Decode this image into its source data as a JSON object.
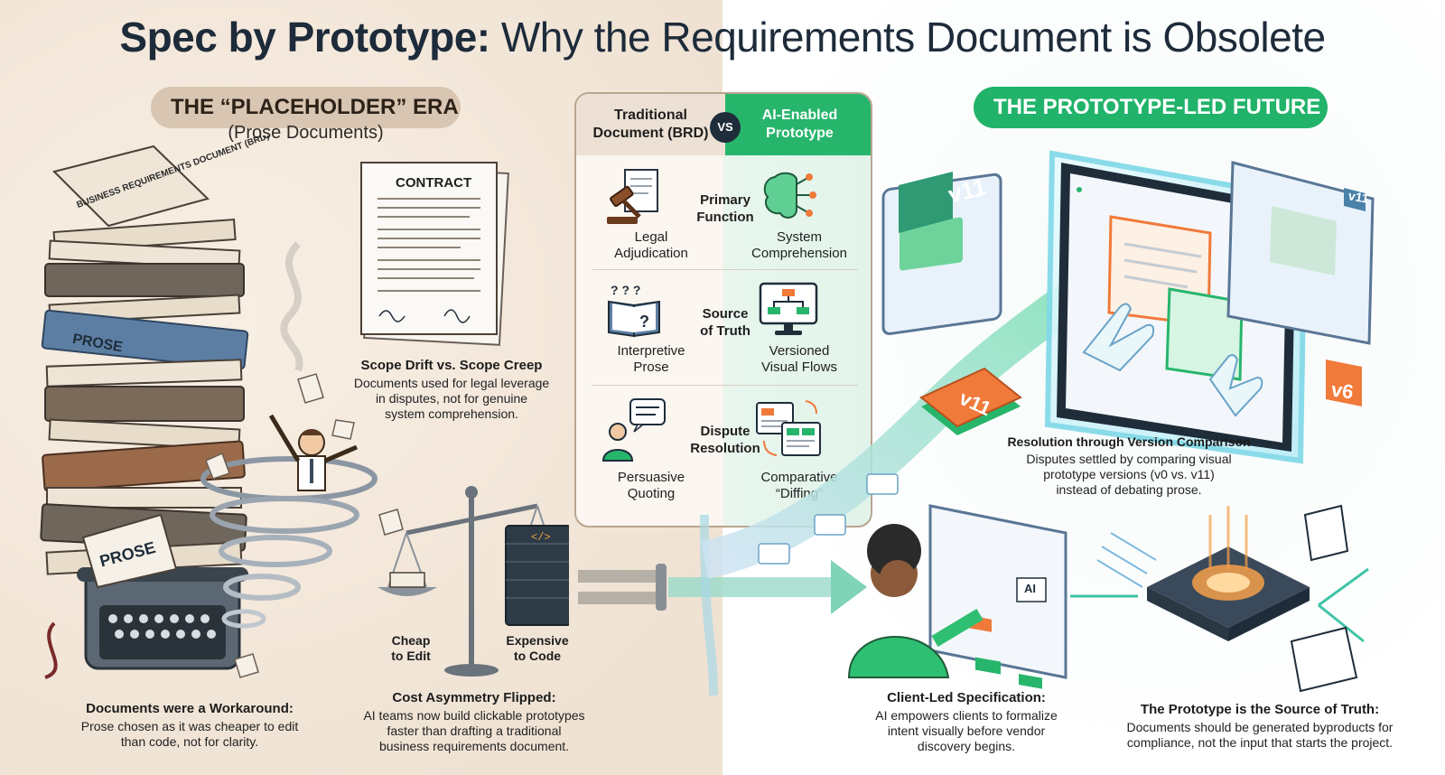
{
  "title": {
    "bold_part": "Spec by Prototype:",
    "rest": "Why the Requirements Document is Obsolete"
  },
  "left": {
    "pill": "THE “PLACEHOLDER” ERA",
    "subtitle": "(Prose Documents)",
    "brd_label": "BUSINESS REQUIREMENTS DOCUMENT (BRD)",
    "binder_label": "PROSE",
    "paper_label": "PROSE",
    "contract_label": "CONTRACT",
    "scope": {
      "title": "Scope Drift vs. Scope Creep",
      "body": [
        "Documents used for legal leverage",
        "in disputes, not for genuine",
        "system comprehension."
      ]
    },
    "scale": {
      "left": [
        "Cheap",
        "to Edit"
      ],
      "right": [
        "Expensive",
        "to Code"
      ]
    },
    "workaround": {
      "title": "Documents were a Workaround:",
      "body": [
        "Prose chosen as it was cheaper to edit",
        "than code, not for clarity."
      ]
    },
    "cost": {
      "title": "Cost Asymmetry Flipped:",
      "body": [
        "AI teams now build clickable prototypes",
        "faster than drafting a traditional",
        "business requirements document."
      ]
    }
  },
  "compare": {
    "head_left": [
      "Traditional",
      "Document (BRD)"
    ],
    "head_right": [
      "AI-Enabled",
      "Prototype"
    ],
    "vs": "VS",
    "rows": [
      {
        "mid": [
          "Primary",
          "Function"
        ],
        "left": [
          "Legal",
          "Adjudication"
        ],
        "right": [
          "System",
          "Comprehension"
        ]
      },
      {
        "mid": [
          "Source",
          "of Truth"
        ],
        "left": [
          "Interpretive",
          "Prose"
        ],
        "right": [
          "Versioned",
          "Visual Flows"
        ]
      },
      {
        "mid": [
          "Dispute",
          "Resolution"
        ],
        "left": [
          "Persuasive",
          "Quoting"
        ],
        "right": [
          "Comparative",
          "“Diffing”"
        ]
      }
    ]
  },
  "right": {
    "pill": "THE PROTOTYPE-LED FUTURE",
    "version_tags": [
      "v11",
      "v11",
      "v11",
      "v6"
    ],
    "ai_label": "AI",
    "resolution": {
      "title": "Resolution through Version Comparison",
      "body": [
        "Disputes settled by comparing visual",
        "prototype versions (v0 vs. v11)",
        "instead of debating prose."
      ]
    },
    "client": {
      "title": "Client-Led Specification:",
      "body": [
        "AI empowers clients to formalize",
        "intent visually before vendor",
        "discovery begins."
      ]
    },
    "source": {
      "title": "The Prototype is the Source of Truth:",
      "body": [
        "Documents should be generated byproducts for",
        "compliance, not the input that starts the project."
      ]
    }
  },
  "colors": {
    "accent_green": "#21b36a",
    "tan": "#d8c6b2",
    "navy": "#1f2d3a",
    "orange": "#f07a3a"
  }
}
